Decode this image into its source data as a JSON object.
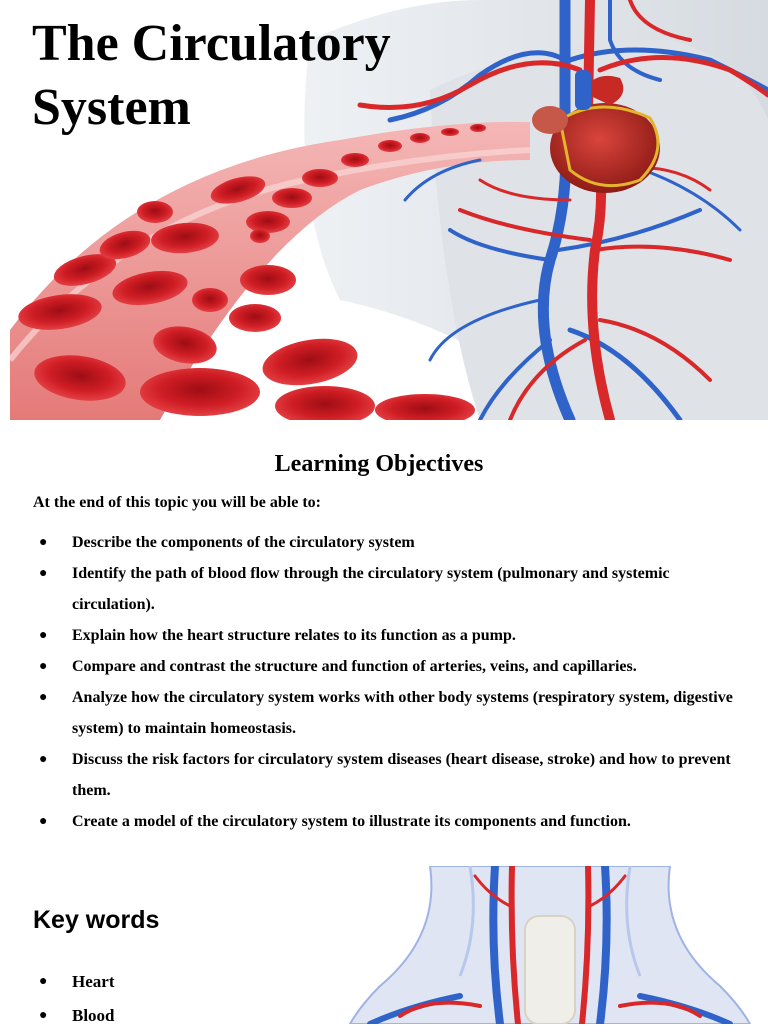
{
  "hero": {
    "title": "The Circulatory\nSystem",
    "colors": {
      "artery": "#d8282a",
      "vein": "#2f63c9",
      "blood_cell": "#c8141c",
      "heart": "#b3221c"
    }
  },
  "objectives": {
    "heading": "Learning Objectives",
    "intro": "At the end of this topic you will be able to:",
    "items": [
      "Describe the components of the circulatory system",
      "Identify the path of blood flow through the circulatory system (pulmonary and systemic circulation).",
      "Explain how the heart structure relates to its function as a pump.",
      "Compare and contrast the structure and function of arteries, veins, and capillaries.",
      "Analyze how the circulatory system works with other body systems (respiratory system, digestive system) to maintain homeostasis.",
      "Discuss the risk factors for circulatory system diseases (heart disease, stroke) and how to prevent them.",
      "Create a model of the circulatory system to illustrate its components and function."
    ]
  },
  "keywords": {
    "heading": "Key words",
    "items": [
      "Heart",
      "Blood"
    ]
  }
}
